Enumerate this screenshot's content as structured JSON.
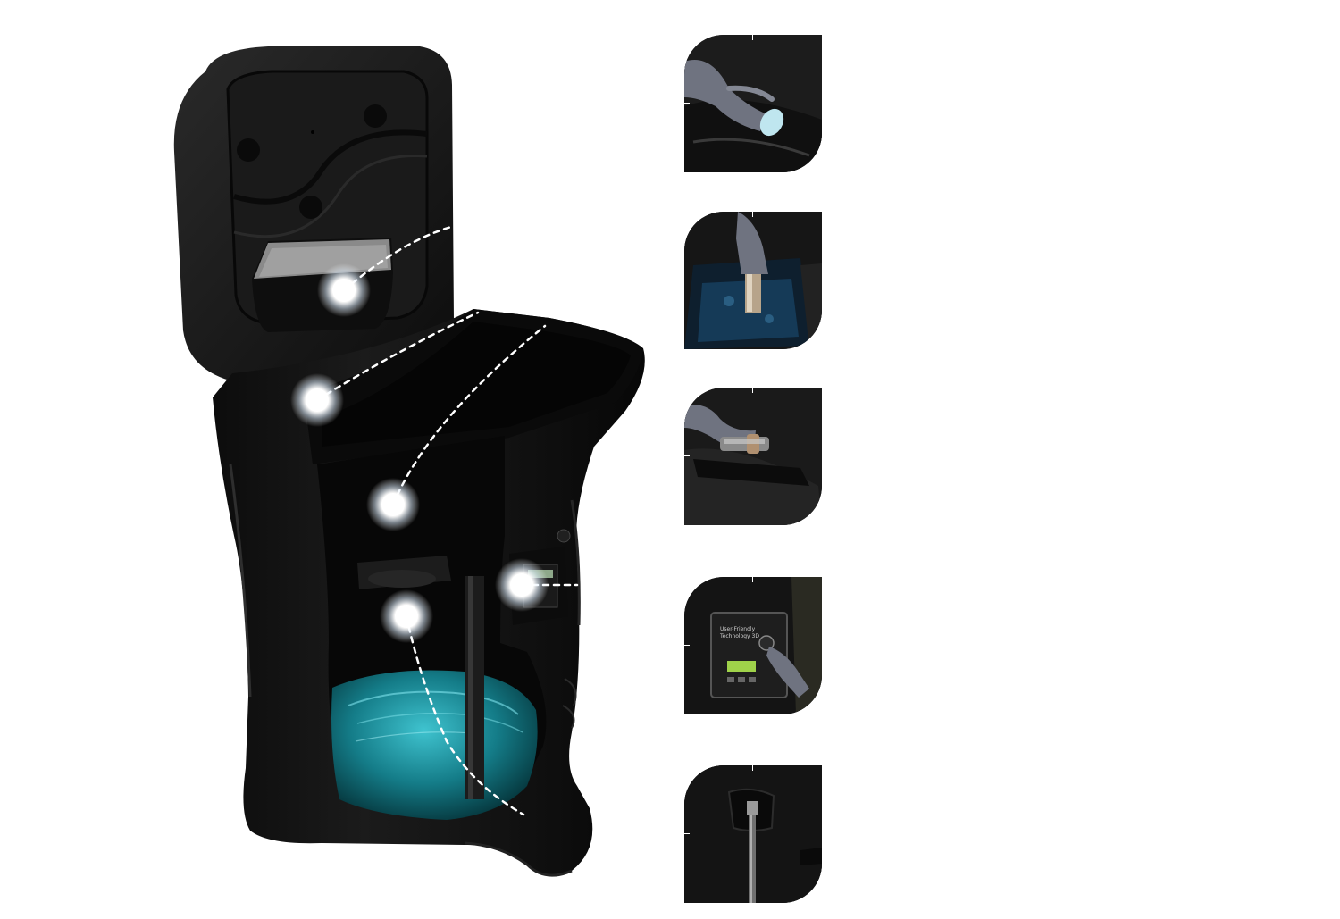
{
  "colors": {
    "background": "#ffffff",
    "unit_body": "#121212",
    "unit_shadow": "#050505",
    "unit_highlight": "#2a2a2a",
    "water_tank": "#0f6e7a",
    "water_glow": "#39c6d2",
    "hotspot_glow": "#ffffff",
    "glove": "#6f7380"
  },
  "controller_display": {
    "brand_line1": "User-Friendly",
    "brand_line2": "Technology 3D"
  },
  "hotspots": [
    {
      "id": 1,
      "icon": "glow-dot-icon"
    },
    {
      "id": 2,
      "icon": "glow-dot-icon"
    },
    {
      "id": 3,
      "icon": "glow-dot-icon"
    },
    {
      "id": 4,
      "icon": "glow-dot-icon"
    },
    {
      "id": 5,
      "icon": "glow-dot-icon"
    }
  ],
  "thumbnails": [
    {
      "id": "salt-tablet",
      "icon": "gloved-hand-tablet-icon"
    },
    {
      "id": "resin-cartridge",
      "icon": "gloved-hand-cartridge-icon"
    },
    {
      "id": "valve-fitting",
      "icon": "gloved-hand-valve-icon"
    },
    {
      "id": "control-panel",
      "icon": "control-panel-icon"
    },
    {
      "id": "drain-outlet",
      "icon": "drain-hose-icon"
    }
  ]
}
